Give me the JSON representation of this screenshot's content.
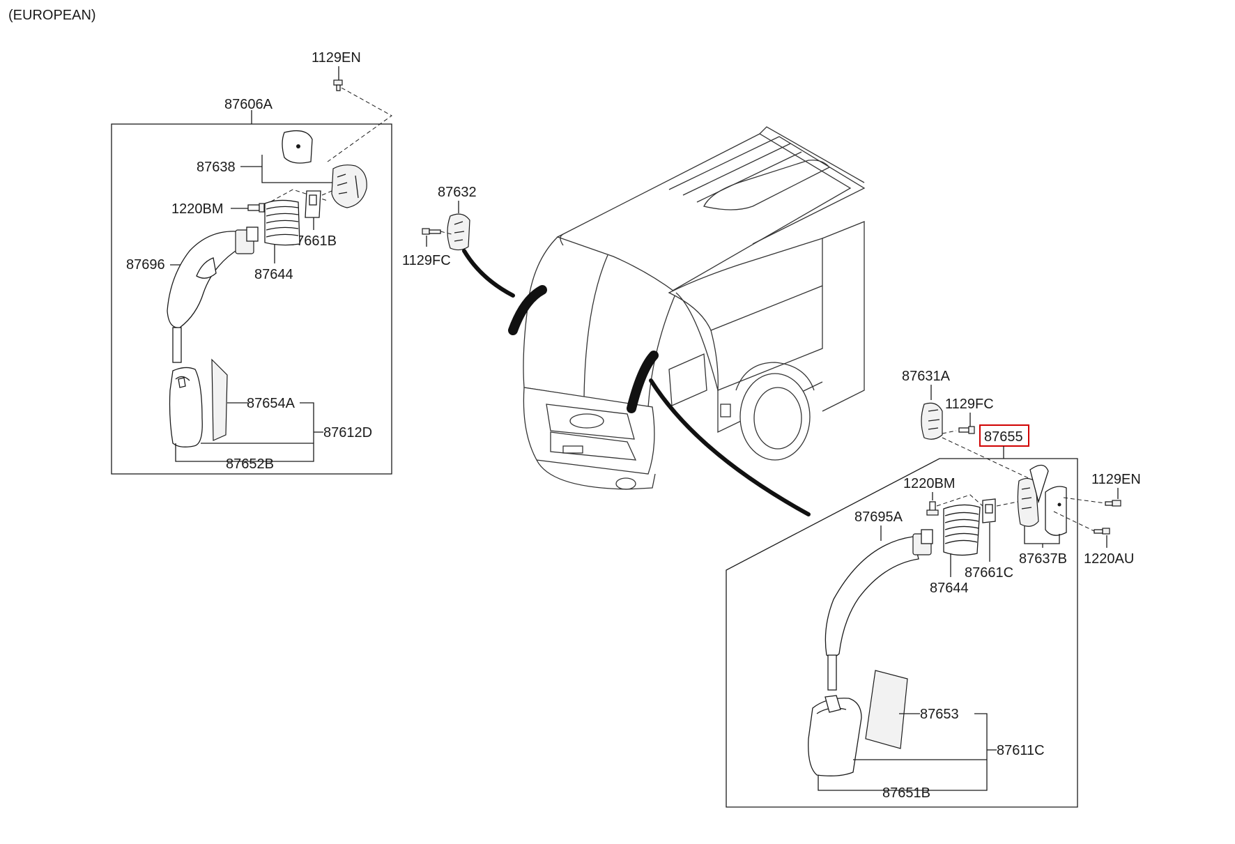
{
  "header": {
    "region_label": "(EUROPEAN)"
  },
  "left_assembly": {
    "assembly_label": "87606A",
    "parts": {
      "p1129en": "1129EN",
      "p87638": "87638",
      "p1220bm": "1220BM",
      "p87661b": "87661B",
      "p87696": "87696",
      "p87644": "87644",
      "p87654a": "87654A",
      "p87612d": "87612D",
      "p87652b": "87652B"
    }
  },
  "center": {
    "p87632": "87632",
    "p1129fc": "1129FC"
  },
  "right_assembly": {
    "highlighted_label": "87655",
    "highlight_color": "#d00000",
    "parts": {
      "p87631a": "87631A",
      "p1129fc": "1129FC",
      "p1220bm": "1220BM",
      "p1129en": "1129EN",
      "p87695a": "87695A",
      "p87661c": "87661C",
      "p87637b": "87637B",
      "p1220au": "1220AU",
      "p87644": "87644",
      "p87653": "87653",
      "p87611c": "87611C",
      "p87651b": "87651B"
    }
  }
}
